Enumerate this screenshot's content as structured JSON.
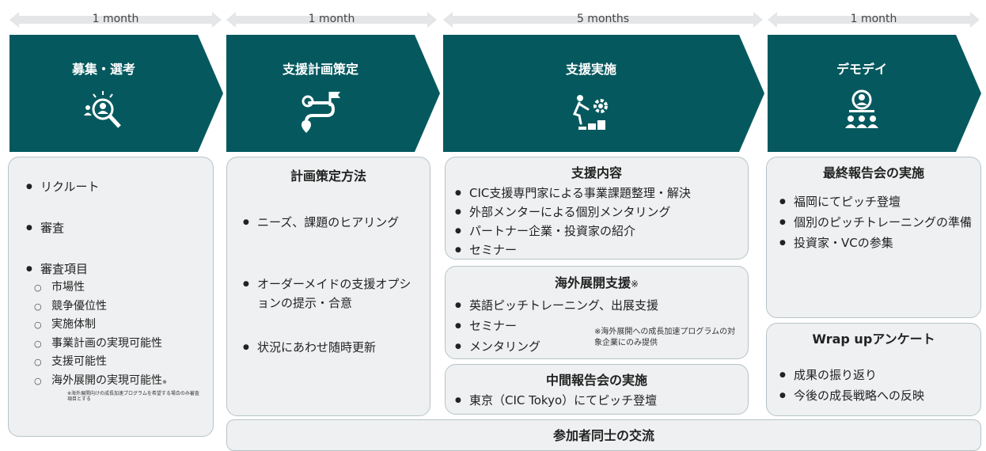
{
  "durations": [
    "1 month",
    "1 month",
    "5 months",
    "1 month"
  ],
  "stages": [
    {
      "title": "募集・選考",
      "icon": "recruit-search-icon"
    },
    {
      "title": "支援計画策定",
      "icon": "route-plan-icon"
    },
    {
      "title": "支援実施",
      "icon": "stairs-gear-icon"
    },
    {
      "title": "デモデイ",
      "icon": "presentation-audience-icon"
    }
  ],
  "col1": {
    "items": [
      "リクルート",
      "審査",
      "審査項目"
    ],
    "sub_items": [
      "市場性",
      "競争優位性",
      "実施体制",
      "事業計画の実現可能性",
      "支援可能性",
      "海外展開の実現可能性"
    ],
    "sub_mark": "※",
    "note": "※海外展開向けの成長加速プログラムを希望する場合のみ審査項目とする"
  },
  "col2": {
    "title": "計画策定方法",
    "items": [
      "ニーズ、課題のヒアリング",
      "オーダーメイドの支援オプションの提示・合意",
      "状況にあわせ随時更新"
    ]
  },
  "col3": {
    "support": {
      "title": "支援内容",
      "items": [
        "CIC支援専門家による事業課題整理・解決",
        "外部メンターによる個別メンタリング",
        "パートナー企業・投資家の紹介",
        "セミナー"
      ]
    },
    "overseas": {
      "title": "海外展開支援",
      "title_mark": "※",
      "items": [
        "英語ピッチトレーニング、出展支援",
        "セミナー",
        "メンタリング"
      ],
      "note": "※海外展開への成長加速プログラムの対象企業にのみ提供"
    },
    "interim": {
      "title": "中間報告会の実施",
      "items": [
        "東京（CIC Tokyo）にてピッチ登壇"
      ]
    }
  },
  "col4": {
    "final": {
      "title": "最終報告会の実施",
      "items": [
        "福岡にてピッチ登壇",
        "個別のピッチトレーニングの準備",
        "投資家・VCの参集"
      ]
    },
    "wrap": {
      "title": "Wrap upアンケート",
      "items": [
        "成果の振り返り",
        "今後の成長戦略への反映"
      ]
    }
  },
  "bottom": {
    "title": "参加者同士の交流"
  },
  "colors": {
    "teal": "#05595e",
    "box_bg": "#eef0f1",
    "box_border": "#b8c4c8",
    "arrow": "#e4e6e7"
  }
}
